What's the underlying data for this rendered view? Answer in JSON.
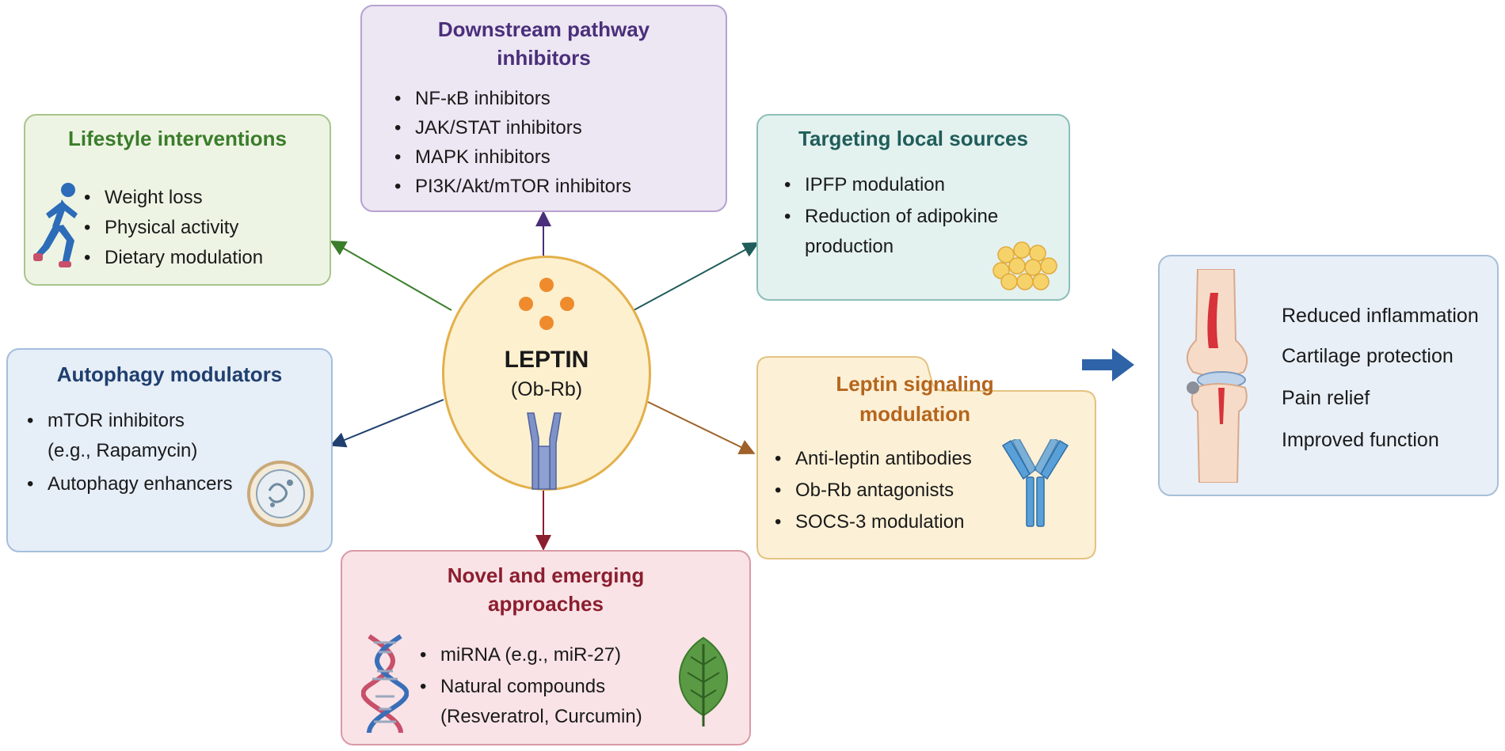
{
  "center": {
    "title": "LEPTIN",
    "subtitle": "(Ob-Rb)"
  },
  "lifestyle": {
    "title": "Lifestyle interventions",
    "items": [
      "Weight loss",
      "Physical activity",
      "Dietary modulation"
    ]
  },
  "downstream": {
    "title_l1": "Downstream pathway",
    "title_l2": "inhibitors",
    "items": [
      "NF-κB inhibitors",
      "JAK/STAT inhibitors",
      "MAPK inhibitors",
      "PI3K/Akt/mTOR inhibitors"
    ]
  },
  "local": {
    "title": "Targeting local sources",
    "items": [
      "IPFP modulation",
      "Reduction of adipokine",
      "production"
    ]
  },
  "autophagy": {
    "title": "Autophagy modulators",
    "items": [
      "mTOR inhibitors",
      "(e.g., Rapamycin)",
      "Autophagy enhancers"
    ]
  },
  "signaling": {
    "title_l1": "Leptin signaling",
    "title_l2": "modulation",
    "items": [
      "Anti-leptin antibodies",
      "Ob-Rb antagonists",
      "SOCS-3 modulation"
    ]
  },
  "novel": {
    "title_l1": "Novel and emerging",
    "title_l2": "approaches",
    "items": [
      "miRNA (e.g., miR-27)",
      "Natural compounds",
      "(Resveratrol, Curcumin)"
    ]
  },
  "outcomes": {
    "items": [
      "Reduced inflammation",
      "Cartilage protection",
      "Pain relief",
      "Improved function"
    ]
  },
  "colors": {
    "lifestyle": "#3a7d2a",
    "downstream": "#4a2f7a",
    "local": "#1f5d5a",
    "autophagy": "#1f3f6e",
    "signaling": "#b5651d",
    "novel": "#8b1e2f",
    "arrow_blue": "#2f63a8"
  },
  "icons": [
    "running-person-icon",
    "fat-cells-icon",
    "autophagy-cell-icon",
    "antibody-icon",
    "dna-icon",
    "leaf-icon",
    "knee-joint-icon",
    "leptin-receptor-icon"
  ]
}
